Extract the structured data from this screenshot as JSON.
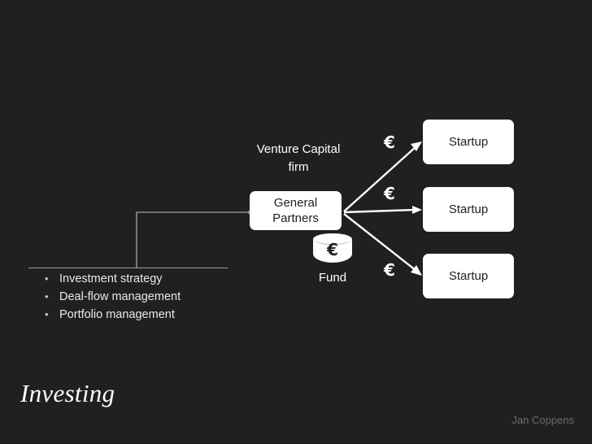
{
  "slide": {
    "title": "Investing",
    "credit": "Jan Coppens",
    "background_color": "#221f1f",
    "accent_color": "#ffffff"
  },
  "diagram": {
    "vc_firm_label": "Venture Capital\nfirm",
    "general_partners_label": "General\nPartners",
    "fund": {
      "label": "Fund",
      "currency_symbol": "€"
    },
    "flow_currency_symbols": [
      "€",
      "€",
      "€"
    ],
    "startups": [
      {
        "label": "Startup"
      },
      {
        "label": "Startup"
      },
      {
        "label": "Startup"
      }
    ]
  },
  "bullets": {
    "marker": "•",
    "items": [
      "Investment strategy",
      "Deal-flow management",
      "Portfolio management"
    ]
  }
}
